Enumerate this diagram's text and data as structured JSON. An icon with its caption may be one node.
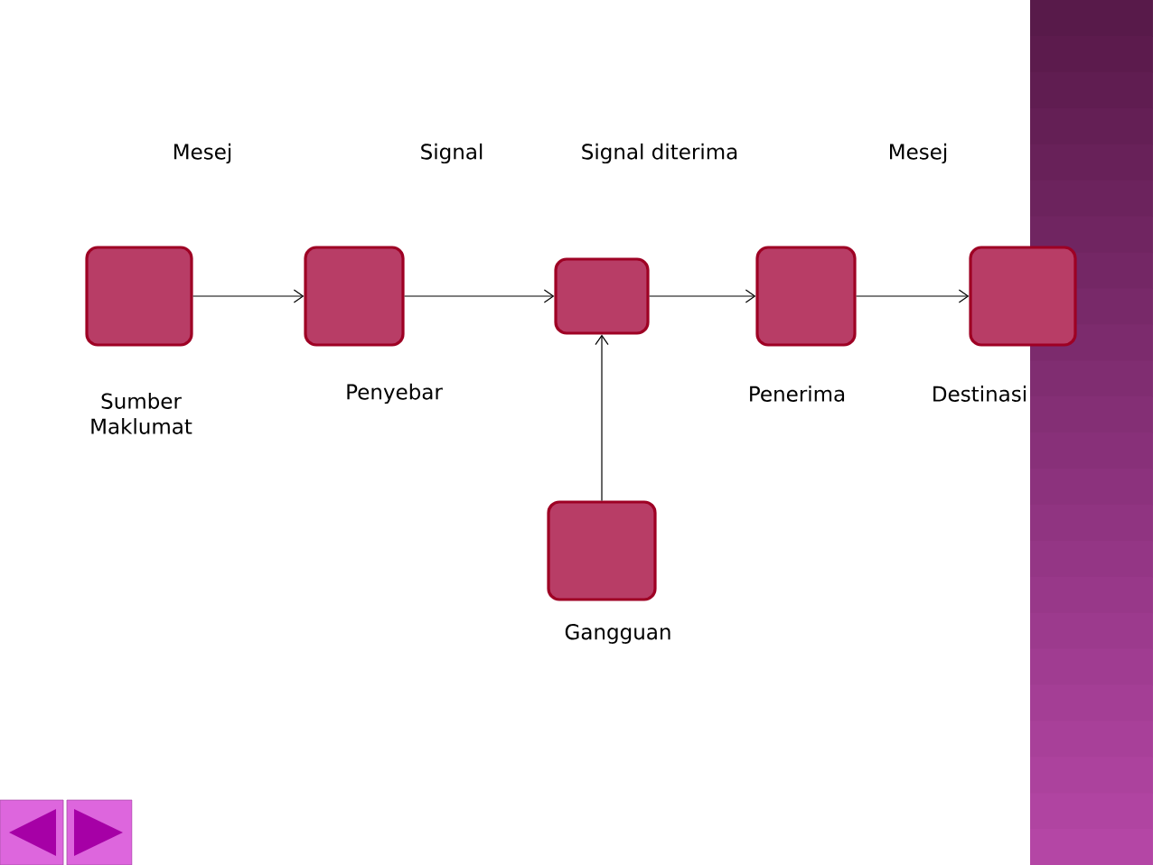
{
  "diagram": {
    "nodes": [
      {
        "text": [],
        "shape": "box",
        "beside": [
          "Sumber Maklumat"
        ]
      },
      {
        "text": [],
        "shape": "box",
        "beside": [
          "Penyebar"
        ]
      },
      {
        "text": [],
        "shape": "box"
      },
      {
        "text": [],
        "shape": "box",
        "beside": [
          "Penerima"
        ]
      },
      {
        "text": [],
        "shape": "box",
        "beside": [
          "Destinasi"
        ]
      },
      {
        "text": [],
        "shape": "box",
        "beside": [
          "Gangguan"
        ]
      }
    ],
    "edges": [
      {
        "from": 0,
        "to": 1,
        "arrow": "to"
      },
      {
        "from": 1,
        "to": 2,
        "arrow": "to"
      },
      {
        "from": 2,
        "to": 3,
        "arrow": "to"
      },
      {
        "from": 3,
        "to": 4,
        "arrow": "to"
      },
      {
        "from": 5,
        "to": 2,
        "arrow": "to"
      }
    ],
    "labels": [
      "Mesej",
      "Signal",
      "Signal diterima",
      "Mesej"
    ]
  }
}
